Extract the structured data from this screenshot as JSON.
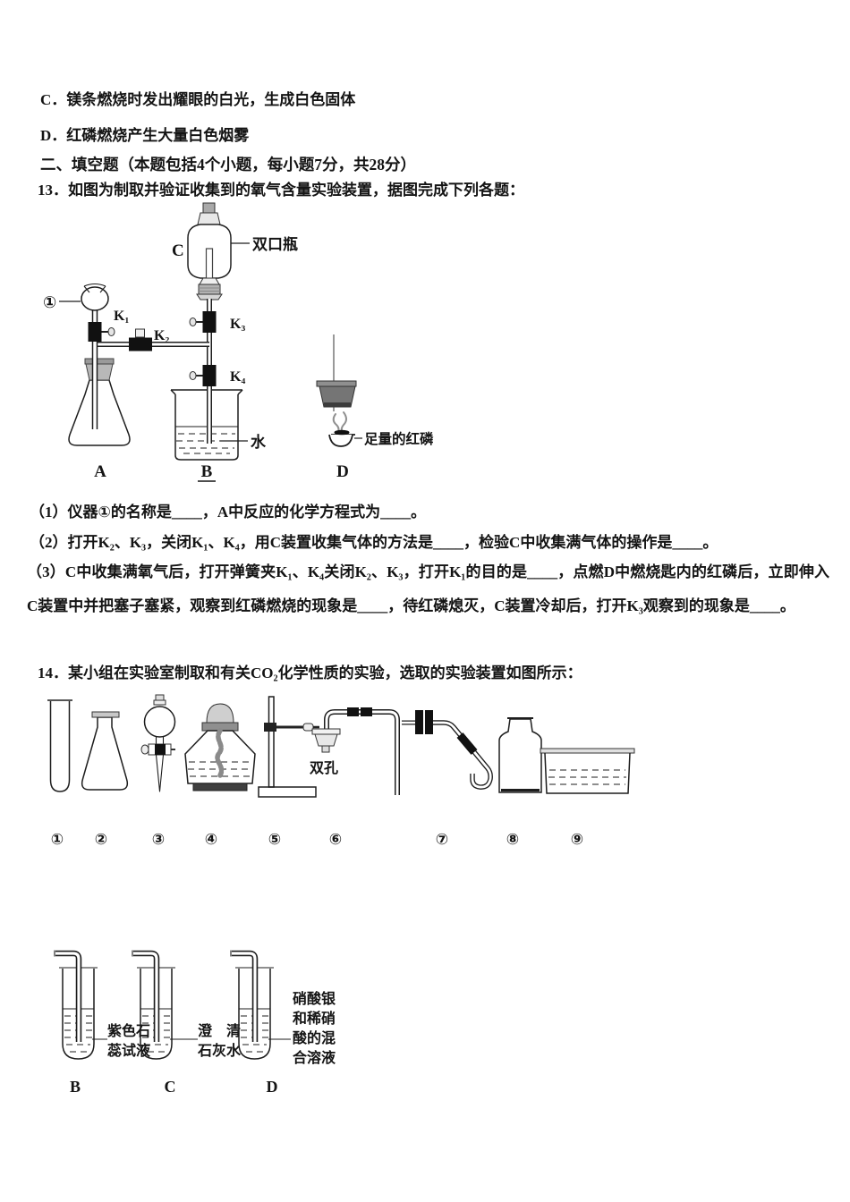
{
  "options": {
    "c": "C．镁条燃烧时发出耀眼的白光，生成白色固体",
    "d": "D．红磷燃烧产生大量白色烟雾"
  },
  "section2": {
    "heading": "二、填空题（本题包括4个小题，每小题7分，共28分）"
  },
  "q13": {
    "stem": "13．如图为制取并验证收集到的氧气含量实验装置，据图完成下列各题：",
    "figure": {
      "instrument_marker": "①",
      "valve_k1": "K₁",
      "valve_k2": "K₂",
      "valve_k3": "K₃",
      "valve_k4": "K₄",
      "device_a": "A",
      "device_b": "B",
      "device_c": "C",
      "device_d": "D",
      "double_mouth_bottle": "双口瓶",
      "water": "水",
      "red_phosphorus": "足量的红磷"
    },
    "part1": "（1）仪器①的名称是____，A中反应的化学方程式为____。",
    "part2": "（2）打开K₂、K₃，关闭K₁、K₄，用C装置收集气体的方法是____，检验C中收集满气体的操作是____。",
    "part3": "（3）C中收集满氧气后，打开弹簧夹K₁、K₄关闭K₂、K₃，打开K₁的目的是____，点燃D中燃烧匙内的红磷后，立即伸入C装置中并把塞子塞紧，观察到红磷燃烧的现象是____，待红磷熄灭，C装置冷却后，打开K₃观察到的现象是____。"
  },
  "q14": {
    "stem": "14．某小组在实验室制取和有关CO₂化学性质的实验，选取的实验装置如图所示：",
    "figure": {
      "numbers": [
        "①",
        "②",
        "③",
        "④",
        "⑤",
        "⑥",
        "⑦",
        "⑧",
        "⑨"
      ],
      "double_hole": "双孔"
    },
    "reagents": {
      "tube_b": {
        "letter": "B",
        "line1": "紫色石",
        "line2": "蕊试液"
      },
      "tube_c": {
        "letter": "C",
        "line1": "澄　清",
        "line2": "石灰水"
      },
      "tube_d": {
        "letter": "D",
        "line1": "硝酸银",
        "line2": "和稀硝",
        "line3": "酸的混",
        "line4": "合溶液"
      }
    }
  }
}
